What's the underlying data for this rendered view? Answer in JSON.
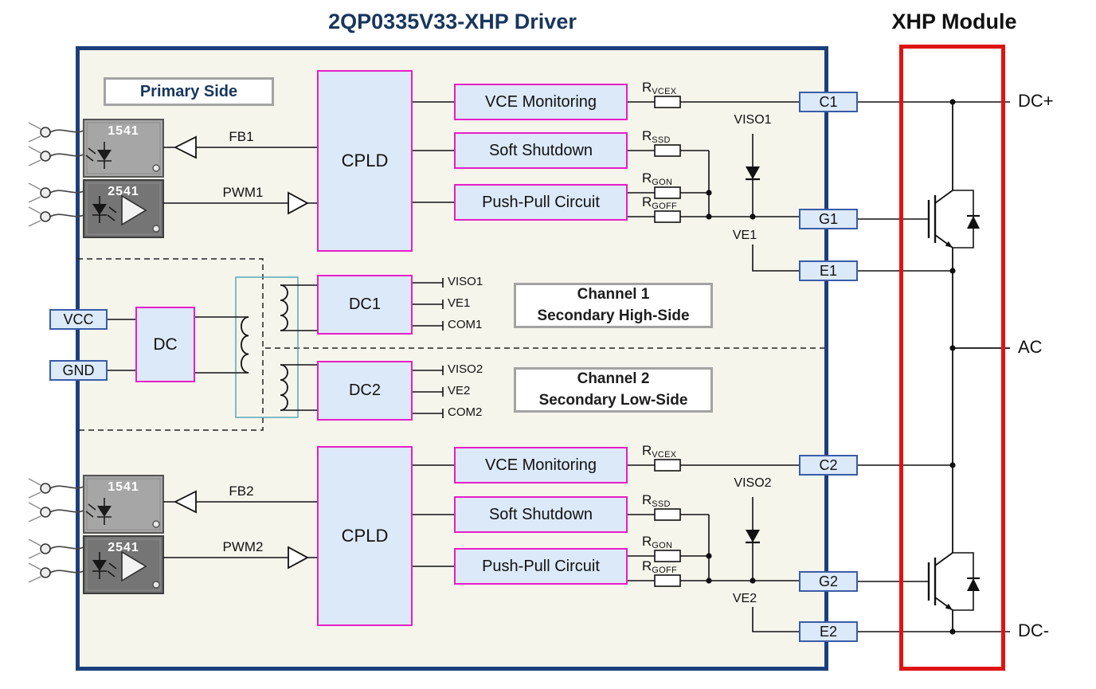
{
  "titles": {
    "driver": "2QP0335V33-XHP Driver",
    "module": "XHP Module"
  },
  "side_labels": {
    "primary": "Primary Side"
  },
  "channels": {
    "ch1": {
      "line1": "Channel 1",
      "line2": "Secondary High-Side"
    },
    "ch2": {
      "line1": "Channel 2",
      "line2": "Secondary Low-Side"
    }
  },
  "blocks": {
    "cpld": "CPLD",
    "vce": "VCE Monitoring",
    "ssd": "Soft Shutdown",
    "pp": "Push-Pull Circuit",
    "dc": "DC",
    "dc1": "DC1",
    "dc2": "DC2",
    "vcc": "VCC",
    "gnd": "GND"
  },
  "terminals": {
    "c1": "C1",
    "g1": "G1",
    "e1": "E1",
    "c2": "C2",
    "g2": "G2",
    "e2": "E2",
    "dcp": "DC+",
    "ac": "AC",
    "dcm": "DC-"
  },
  "signals": {
    "fb1": "FB1",
    "pwm1": "PWM1",
    "fb2": "FB2",
    "pwm2": "PWM2"
  },
  "resistors": {
    "rvcex": {
      "main": "R",
      "sub": "VCEX"
    },
    "rssd": {
      "main": "R",
      "sub": "SSD"
    },
    "rgon": {
      "main": "R",
      "sub": "GON"
    },
    "rgoff": {
      "main": "R",
      "sub": "GOFF"
    }
  },
  "nets": {
    "viso1": "VISO1",
    "ve1": "VE1",
    "com1": "COM1",
    "viso2": "VISO2",
    "ve2": "VE2",
    "com2": "COM2"
  },
  "chips": {
    "opto_fb": "1541",
    "opto_pwm": "2541"
  },
  "colors": {
    "driver_border": "#1b3f7c",
    "module_border": "#e01313",
    "block_border": "#e61ec8",
    "block_fill": "#dce9f8",
    "terminal_border": "#3a5ca8",
    "label_border": "#a3a3a3",
    "title": "#17365d"
  }
}
